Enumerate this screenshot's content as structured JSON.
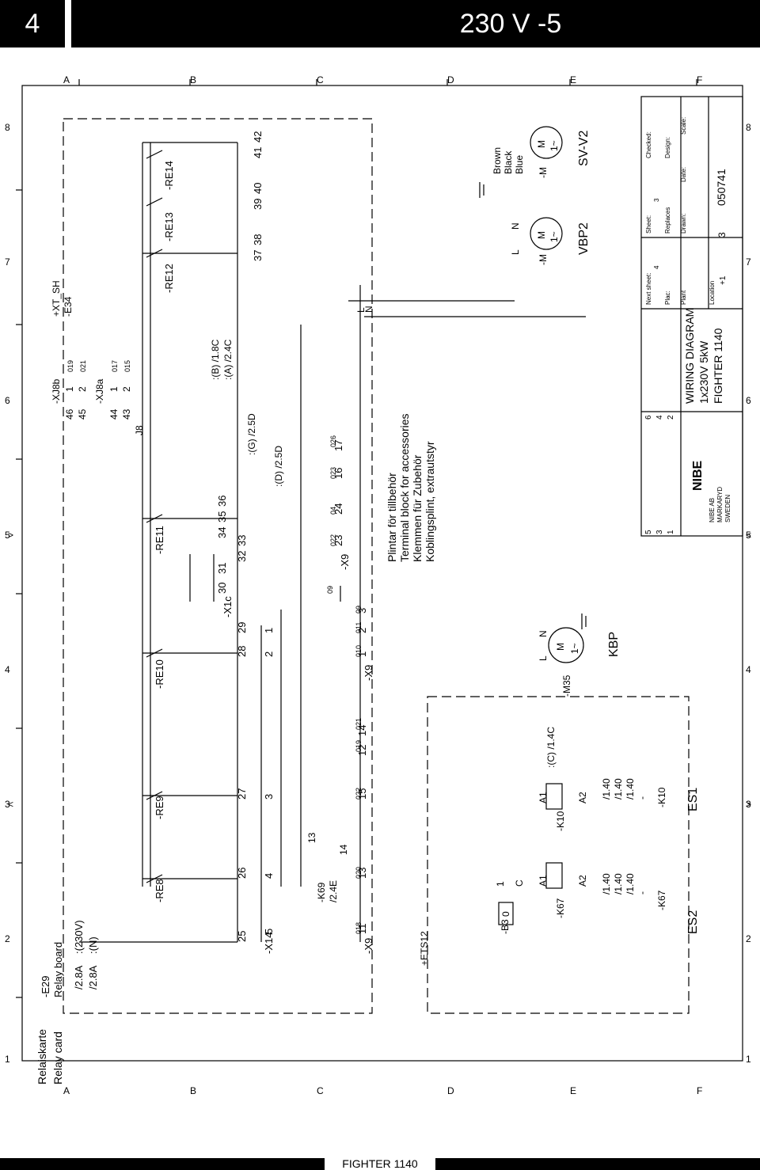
{
  "header": {
    "page_number": "4",
    "title": "230 V -5"
  },
  "footer": {
    "label": "FIGHTER 1140"
  },
  "grid": {
    "rows": [
      "A",
      "B",
      "C",
      "D",
      "E",
      "F"
    ],
    "cols": [
      "1",
      "2",
      "3",
      "4",
      "5",
      "6",
      "7",
      "8"
    ],
    "chevron_left": "<",
    "chevron_right": ">"
  },
  "relay_card": {
    "title_sv": "Relaiskarte",
    "title_en": "Relay card",
    "ref": "-E29",
    "board": "Relay board",
    "fuse1": "/2.8A",
    "fuse1_note": ":(230V)",
    "fuse2": "/2.8A",
    "fuse2_note": ":(N)"
  },
  "relays": {
    "re8": "-RE8",
    "re9": "-RE9",
    "re10": "-RE10",
    "re11": "-RE11",
    "re12": "-RE12",
    "re13": "-RE13",
    "re14": "-RE14"
  },
  "x1c": {
    "ref": "-X1c",
    "terms_a": [
      "25",
      "26",
      "27",
      "28",
      "29"
    ],
    "terms_b": [
      "30",
      "31",
      "32",
      "33",
      "34",
      "35",
      "36"
    ],
    "terms_c": [
      "37",
      "38",
      "39",
      "40",
      "41",
      "42"
    ]
  },
  "x14": {
    "ref": "-X14",
    "terms": [
      "5",
      "4",
      "3",
      "2",
      "1"
    ]
  },
  "x9": {
    "ref": "-X9",
    "terms_a": [
      "11",
      "13",
      "15",
      "12",
      "14"
    ],
    "terms_b": [
      "1",
      "2",
      "3"
    ],
    "terms_c": [
      "23",
      "24",
      "16",
      "17"
    ],
    "wires": [
      "018",
      "020",
      "022",
      "019",
      "021",
      "010",
      "011",
      "09",
      "022",
      "04",
      "023",
      "026"
    ],
    "ground": "09"
  },
  "x8": {
    "b_ref": "-XJ8b",
    "a_ref": "-XJ8a",
    "j8": "J8",
    "b_terms": [
      "46",
      "45"
    ],
    "a_terms": [
      "44",
      "43"
    ],
    "b_pins": [
      "1",
      "2"
    ],
    "a_pins": [
      "1",
      "2"
    ],
    "b_wires": [
      "019",
      "021"
    ],
    "a_wires": [
      "017",
      "015"
    ]
  },
  "xref_labels": {
    "g1": ":(G)  /2.5D",
    "d1": ":(D)  /2.5D",
    "b1": ":(B)  /1.8C",
    "a1": ":(A)  /2.4C",
    "c1": ":(C)  /1.4C",
    "k69_ref": "/2.4E"
  },
  "components": {
    "k69": "-K69",
    "k69_pins": [
      "13",
      "14"
    ],
    "k67": "-K67",
    "k10": "-K10",
    "b3": "-B3",
    "b3_val": "0",
    "ets12": "+ETS12",
    "m35": "-M35",
    "m_vbp2": "-M",
    "m_svv2": "-M",
    "xt_sh": "+XT_SH",
    "e34": "-E34",
    "coil_a1": "A1",
    "coil_a2": "A2",
    "contacts": [
      "1",
      "2",
      "3",
      "4",
      "5",
      "6",
      "13",
      "14"
    ],
    "contact_refs": [
      "/1.40",
      "/1.40",
      "/1.40",
      "-"
    ],
    "motor_m": "M",
    "motor_phase": "1~",
    "l": "L",
    "n": "N",
    "brown": "Brown",
    "black": "Black",
    "blue": "Blue",
    "c_pin": "C",
    "one_pin": "1"
  },
  "labels": {
    "kbp": "KBP",
    "vbp2": "VBP2",
    "svv2": "SV-V2",
    "es1": "ES1",
    "es2": "ES2"
  },
  "terminal_note": {
    "line1": "Plintar för tillbehör",
    "line2": "Terminal block for accessories",
    "line3": "Klemmen für Zubehör",
    "line4": "Koblingsplint, extrautstyr"
  },
  "title_block": {
    "rev1": "5",
    "rev2": "3",
    "rev3": "1",
    "rev4": "6",
    "rev5": "4",
    "rev6": "2",
    "company": "NIBE AB",
    "city": "MARKARYD",
    "country": "SWEDEN",
    "logo": "NIBE",
    "diagram_title": "WIRING DIAGRAM",
    "diagram_sub": "1x230V 5kW",
    "product": "FIGHTER 1140",
    "next_sheet_label": "Next sheet:",
    "next_sheet": "4",
    "sheet_label": "Sheet:",
    "sheet": "3",
    "checked_label": "Checked:",
    "plac_label": "Plac:",
    "replaces_label": "Replaces",
    "design_label": "Design:",
    "plant_label": "Plant",
    "drawn_label": "Drawn:",
    "date_label": "Date:",
    "scale_label": "Scale:",
    "location_label": "Location",
    "location": "+1",
    "sheet_no": "3",
    "doc_no": "050741"
  }
}
